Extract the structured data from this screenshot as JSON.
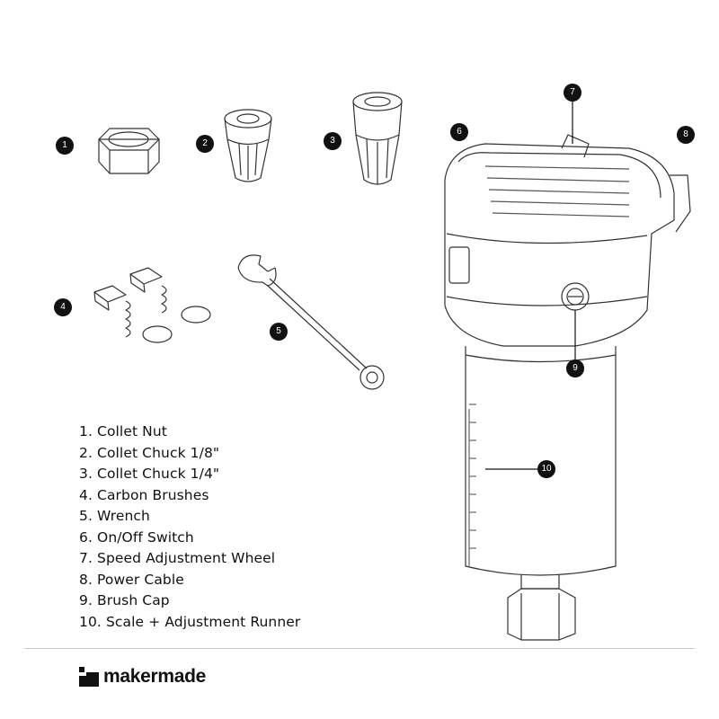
{
  "markers": [
    "1",
    "2",
    "3",
    "4",
    "5",
    "6",
    "7",
    "8",
    "9",
    "10"
  ],
  "legend": [
    "1. Collet Nut",
    "2. Collet Chuck 1/8\"",
    "3. Collet Chuck 1/4\"",
    "4. Carbon Brushes",
    "5. Wrench",
    "6. On/Off Switch",
    "7. Speed Adjustment Wheel",
    "8. Power Cable",
    "9. Brush Cap",
    "10. Scale + Adjustment Runner"
  ],
  "brand": {
    "name": "makermade"
  }
}
